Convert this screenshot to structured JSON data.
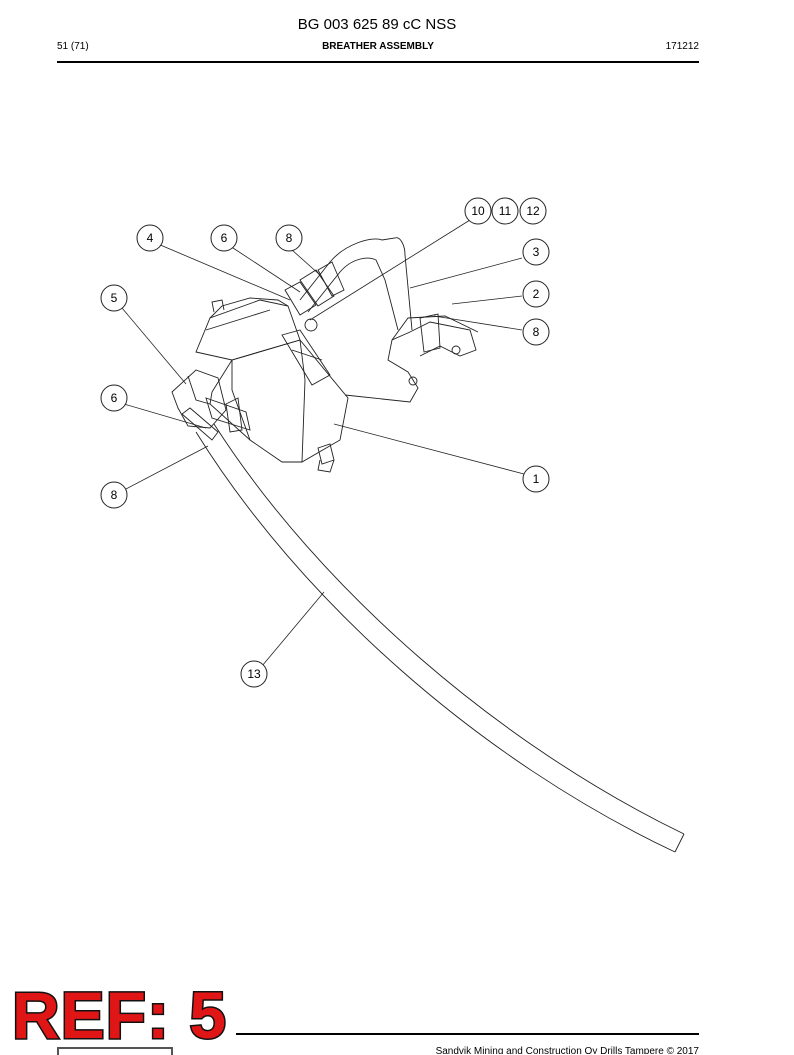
{
  "header": {
    "doc_number": "BG 003 625 89 cC NSS",
    "page": "51 (71)",
    "section_title": "BREATHER ASSEMBLY",
    "date_code": "171212"
  },
  "callouts": [
    {
      "id": "c10",
      "label": "10"
    },
    {
      "id": "c11",
      "label": "11"
    },
    {
      "id": "c12",
      "label": "12"
    },
    {
      "id": "c4",
      "label": "4"
    },
    {
      "id": "c6a",
      "label": "6"
    },
    {
      "id": "c8a",
      "label": "8"
    },
    {
      "id": "c3",
      "label": "3"
    },
    {
      "id": "c5",
      "label": "5"
    },
    {
      "id": "c2",
      "label": "2"
    },
    {
      "id": "c8b",
      "label": "8"
    },
    {
      "id": "c6b",
      "label": "6"
    },
    {
      "id": "c1",
      "label": "1"
    },
    {
      "id": "c8c",
      "label": "8"
    },
    {
      "id": "c13",
      "label": "13"
    }
  ],
  "stamp": {
    "text": "REF: 5",
    "color": "#e01616"
  },
  "footer": {
    "copyright": "Sandvik Mining and Construction Oy Drills Tampere © 2017"
  }
}
